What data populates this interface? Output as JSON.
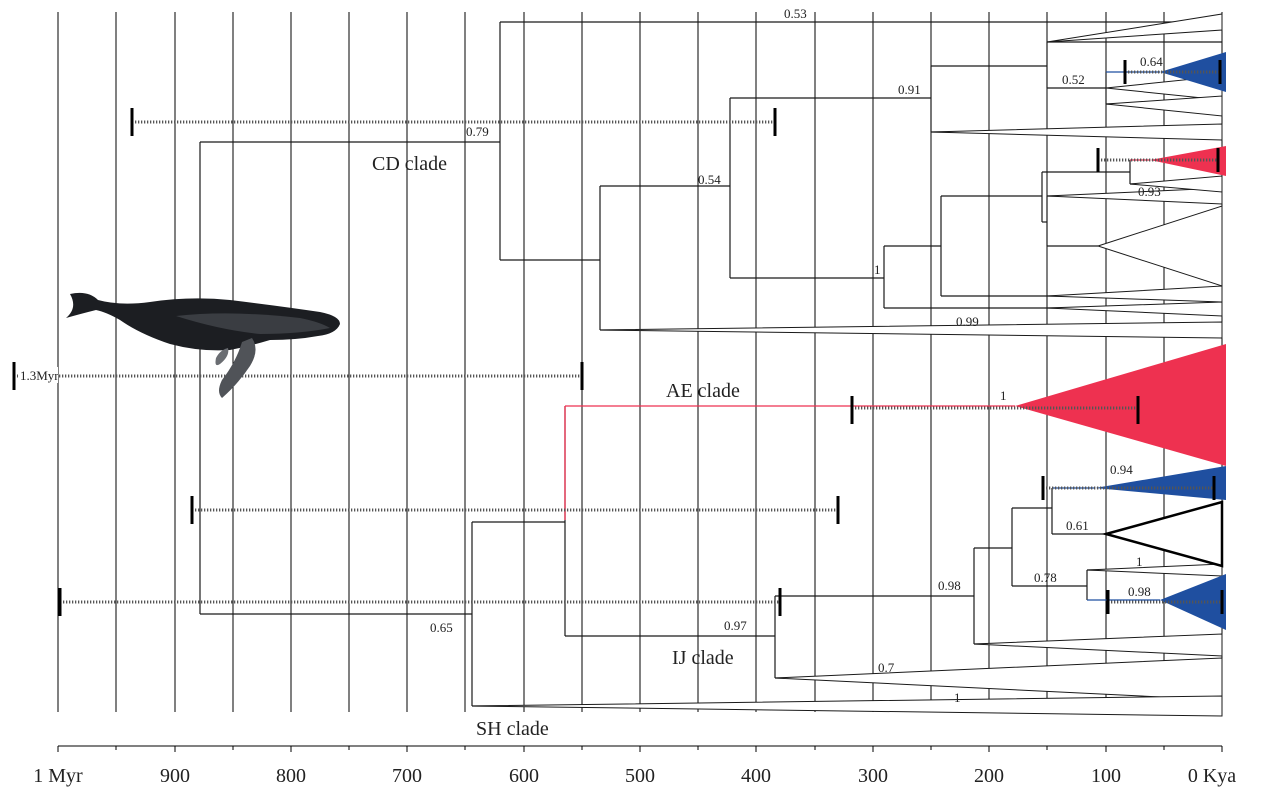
{
  "colors": {
    "branch": "#1a1a1a",
    "gridline": "#000000",
    "red_clade": "#ee3150",
    "blue_clade": "#1f4fa0",
    "ci_bar": "#555555",
    "whale_body": "#1c1e22"
  },
  "axis": {
    "ticks": [
      "1 Myr",
      "900",
      "800",
      "700",
      "600",
      "500",
      "400",
      "300",
      "200",
      "100",
      "0 Kya"
    ]
  },
  "clades": {
    "cd": "CD clade",
    "ae": "AE clade",
    "ij": "IJ clade",
    "sh": "SH clade"
  },
  "support": {
    "s053": "0.53",
    "s091": "0.91",
    "s052": "0.52",
    "s064": "0.64",
    "s079": "0.79",
    "s054": "0.54",
    "s093": "0.93",
    "s1a": "1",
    "s099": "0.99",
    "s1b": "1",
    "s094": "0.94",
    "s061": "0.61",
    "s1c": "1",
    "s098a": "0.98",
    "s078": "0.78",
    "s098b": "0.98",
    "s097": "0.97",
    "s065": "0.65",
    "s07": "0.7",
    "s1d": "1"
  },
  "root_age_label": "1.3Myr",
  "whale_icon": "humpback-whale-icon"
}
